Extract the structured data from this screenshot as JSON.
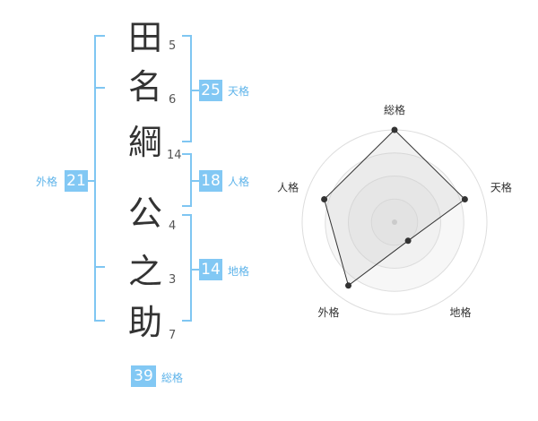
{
  "name_chars": [
    "田",
    "名",
    "綱",
    "公",
    "之",
    "助"
  ],
  "strokes": [
    "5",
    "6",
    "14",
    "4",
    "3",
    "7"
  ],
  "kaku": {
    "tenkaku": {
      "label": "天格",
      "value": "25"
    },
    "jinkaku": {
      "label": "人格",
      "value": "18"
    },
    "chikaku": {
      "label": "地格",
      "value": "14"
    },
    "gaikaku": {
      "label": "外格",
      "value": "21"
    },
    "soukaku": {
      "label": "総格",
      "value": "39"
    }
  },
  "colors": {
    "accent": "#82c8f4",
    "accent_text": "#5fb4ea",
    "bracket": "#7fc6f2"
  },
  "chart_data": {
    "type": "radar",
    "axes": [
      "総格",
      "天格",
      "地格",
      "外格",
      "人格"
    ],
    "values": [
      1.0,
      0.8,
      0.25,
      0.85,
      0.8
    ],
    "rings": 4,
    "grid": true
  }
}
